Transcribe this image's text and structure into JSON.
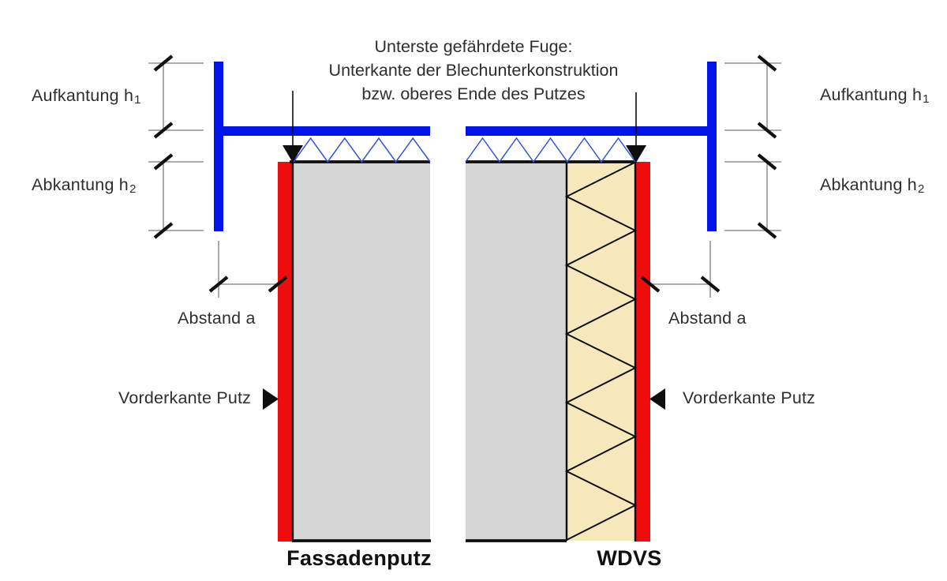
{
  "title": {
    "line1": "Unterste gefährdete Fuge:",
    "line2": "Unterkante der Blechunterkonstruktion",
    "line3": "bzw. oberes Ende des Putzes"
  },
  "dimensions": {
    "aufkantung_label": "Aufkantung h",
    "aufkantung_sub": "1",
    "abkantung_label": "Abkantung h",
    "abkantung_sub": "2",
    "abstand_label": "Abstand a",
    "vorderkante_label": "Vorderkante Putz"
  },
  "sections": {
    "left_caption": "Fassadenputz",
    "right_caption": "WDVS"
  },
  "colors": {
    "profile_blue": "#0013e8",
    "zigzag_blue": "#3052de",
    "plaster_red": "#ee0c0c",
    "wall_gray": "#d5d5d5",
    "insulation_tan": "#f6e8ba",
    "outline_black": "#0e0e0e",
    "dim_gray": "#7c7c7c",
    "tick_black": "#111111"
  }
}
